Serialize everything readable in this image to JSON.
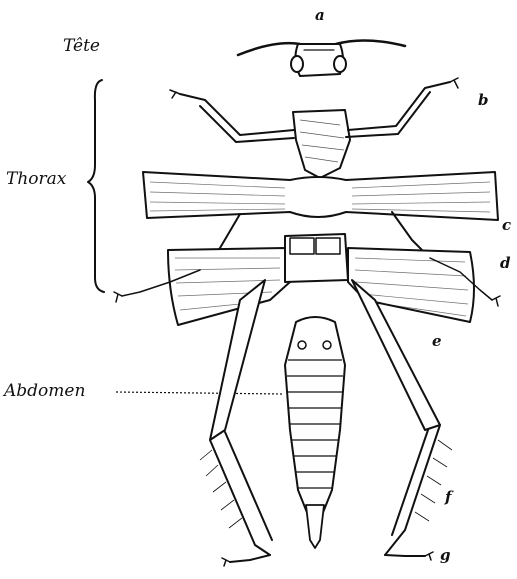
{
  "figure": {
    "labels": {
      "tete": "Tête",
      "thorax": "Thorax",
      "abdomen": "Abdomen"
    },
    "letters": {
      "a": "a",
      "b": "b",
      "c": "c",
      "d": "d",
      "e": "e",
      "f": "f",
      "g": "g"
    },
    "ink_color": "#111111",
    "background": "#ffffff"
  }
}
